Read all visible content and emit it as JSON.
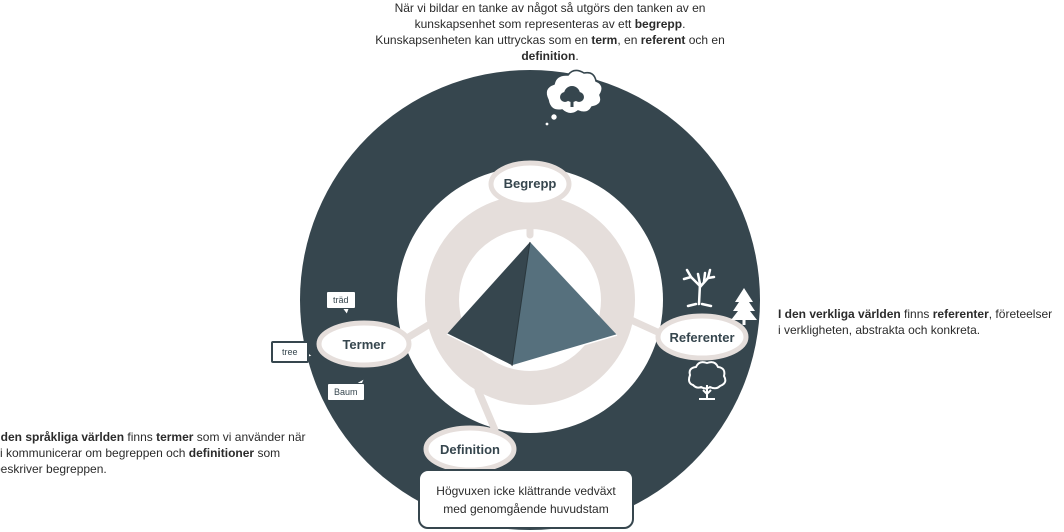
{
  "intro": {
    "line1": "När vi bildar en tanke av något så utgörs den tanken av en",
    "line2_pre": "kunskapsenhet som representeras av ett ",
    "line2_bold": "begrepp",
    "line2_post": ".",
    "line3_pre": "Kunskapsenheten kan uttryckas som en ",
    "line3_b1": "term",
    "line3_mid1": ", en ",
    "line3_b2": "referent",
    "line3_mid2": " och en",
    "line4_bold": "definition",
    "line4_post": "."
  },
  "nodes": {
    "begrepp": "Begrepp",
    "referenter": "Referenter",
    "termer": "Termer",
    "definition": "Definition"
  },
  "bubbles": {
    "trad": "träd",
    "tree": "tree",
    "baum": "Baum"
  },
  "right_text": {
    "bold1": "I den verkliga världen",
    "mid1": " finns ",
    "bold2": "referenter",
    "rest1": ", företeelser",
    "line2": "i verkligheten, abstrakta och konkreta."
  },
  "left_text": {
    "bold1": "I den språkliga världen",
    "mid1": " finns ",
    "bold2": "termer",
    "rest1": " som vi använder när",
    "line2_pre": "vi kommunicerar om begreppen och ",
    "line2_bold": "definitioner",
    "line2_post": " som",
    "line3": "beskriver begreppen."
  },
  "definition_box": {
    "line1": "Högvuxen icke klättrande vedväxt",
    "line2": "med genomgående huvudstam"
  },
  "colors": {
    "dark": "#36464e",
    "light_ring": "#e5dedb",
    "pyramid_left": "#36464e",
    "pyramid_right": "#56707d"
  },
  "icons": [
    "thought-cloud-icon",
    "head-icon",
    "bare-tree-icon",
    "pine-tree-icon",
    "leafy-tree-icon"
  ]
}
